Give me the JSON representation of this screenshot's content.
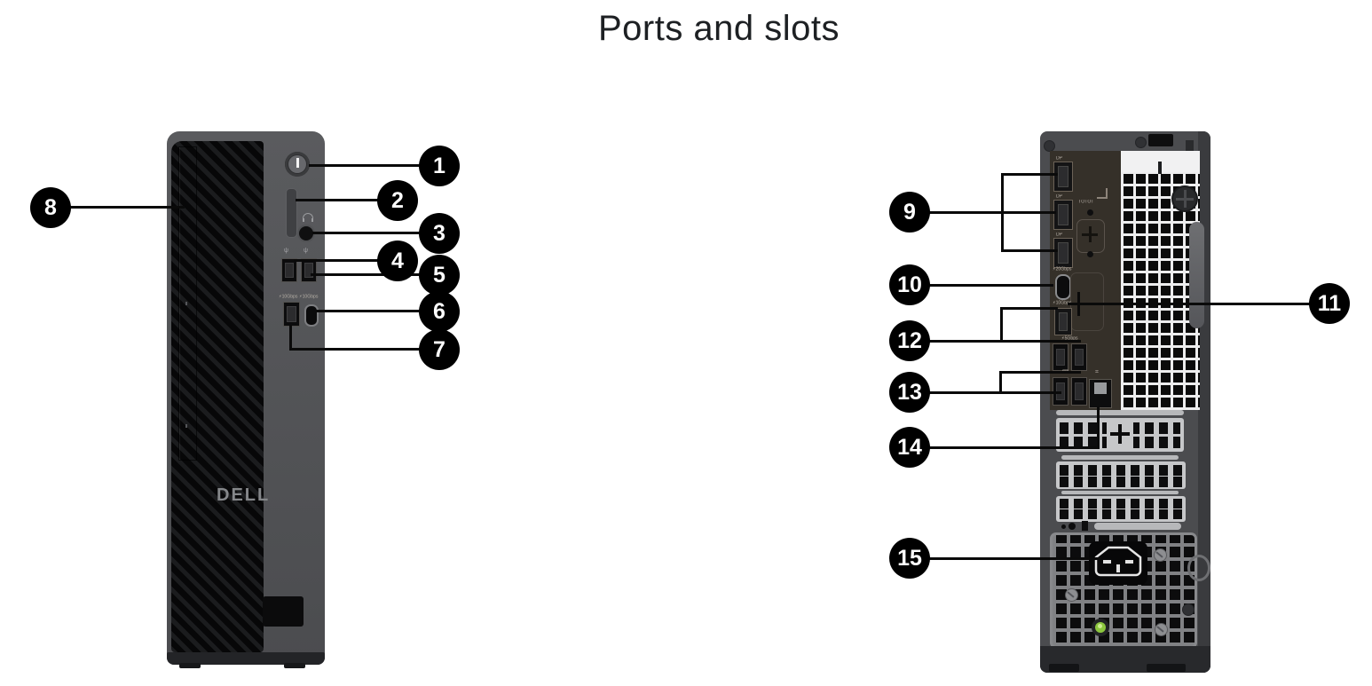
{
  "title": "Ports and slots",
  "icons": {
    "superspeed": "⚡",
    "usb": "ψ",
    "keyboard_mouse": "⌨",
    "network": "⌗"
  },
  "front_view": {
    "brand_logo": "DELL",
    "labels": {
      "usb_a_speed": "10Gbps",
      "usb_c_speed": "10Gbps"
    },
    "callouts": [
      {
        "number": "1",
        "target": "power-button"
      },
      {
        "number": "2",
        "target": "sd-card-slot"
      },
      {
        "number": "3",
        "target": "headset-jack"
      },
      {
        "number": "4",
        "target": "usb-port"
      },
      {
        "number": "5",
        "target": "usb-port-powershare"
      },
      {
        "number": "6",
        "target": "usb-c-port"
      },
      {
        "number": "7",
        "target": "usb-a-port"
      },
      {
        "number": "8",
        "target": "optical-drive"
      }
    ]
  },
  "rear_view": {
    "labels": {
      "displayport": "DP",
      "serial": "IOIOI",
      "usb_c_speed": "20Gbps",
      "usb_a_speed": "10Gbps",
      "usb_pair_speed": "5Gbps"
    },
    "callouts": [
      {
        "number": "9",
        "target": "displayports"
      },
      {
        "number": "10",
        "target": "usb-c-port"
      },
      {
        "number": "11",
        "target": "optional-port"
      },
      {
        "number": "12",
        "target": "usb-ports"
      },
      {
        "number": "13",
        "target": "usb-2-ports"
      },
      {
        "number": "14",
        "target": "ethernet-port"
      },
      {
        "number": "15",
        "target": "power-port"
      }
    ]
  }
}
